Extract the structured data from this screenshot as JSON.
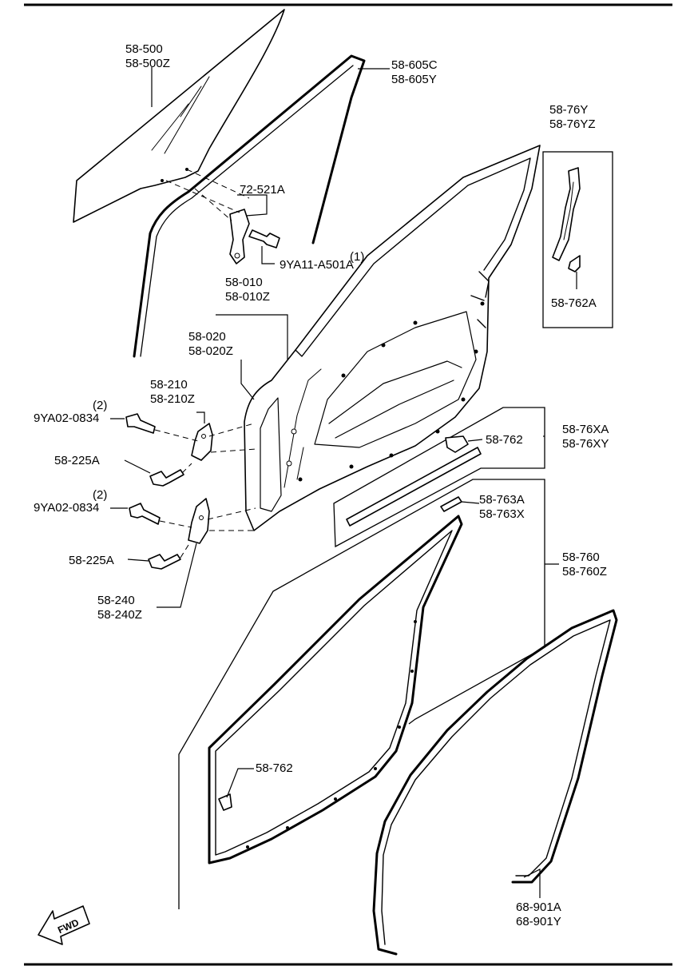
{
  "callouts": {
    "glass": [
      "58-500",
      "58-500Z"
    ],
    "run_channel": [
      "58-605C",
      "58-605Y"
    ],
    "bracket": "72-521A",
    "bolt_a": "9YA11-A501A",
    "bolt_a_qty": "(1)",
    "door_shell": [
      "58-010",
      "58-010Z"
    ],
    "door_panel": [
      "58-020",
      "58-020Z"
    ],
    "garnish": [
      "58-76Y",
      "58-76YZ"
    ],
    "garnish_clip": "58-762A",
    "upper_hinge": [
      "58-210",
      "58-210Z"
    ],
    "hinge_bolt_upper": "9YA02-0834",
    "hinge_bolt_upper_qty": "(2)",
    "hinge_bolt_mid": "58-225A",
    "hinge_bolt_lower": "9YA02-0834",
    "hinge_bolt_lower_qty": "(2)",
    "hinge_bolt_bottom": "58-225A",
    "lower_hinge": [
      "58-240",
      "58-240Z"
    ],
    "molding": [
      "58-76XA",
      "58-76XY"
    ],
    "molding_clip": "58-762",
    "molding_fastener": [
      "58-763A",
      "58-763X"
    ],
    "weatherstrip": [
      "58-760",
      "58-760Z"
    ],
    "weatherstrip_clip": "58-762",
    "opening_trim": [
      "68-901A",
      "68-901Y"
    ],
    "fwd_arrow": "FWD"
  }
}
